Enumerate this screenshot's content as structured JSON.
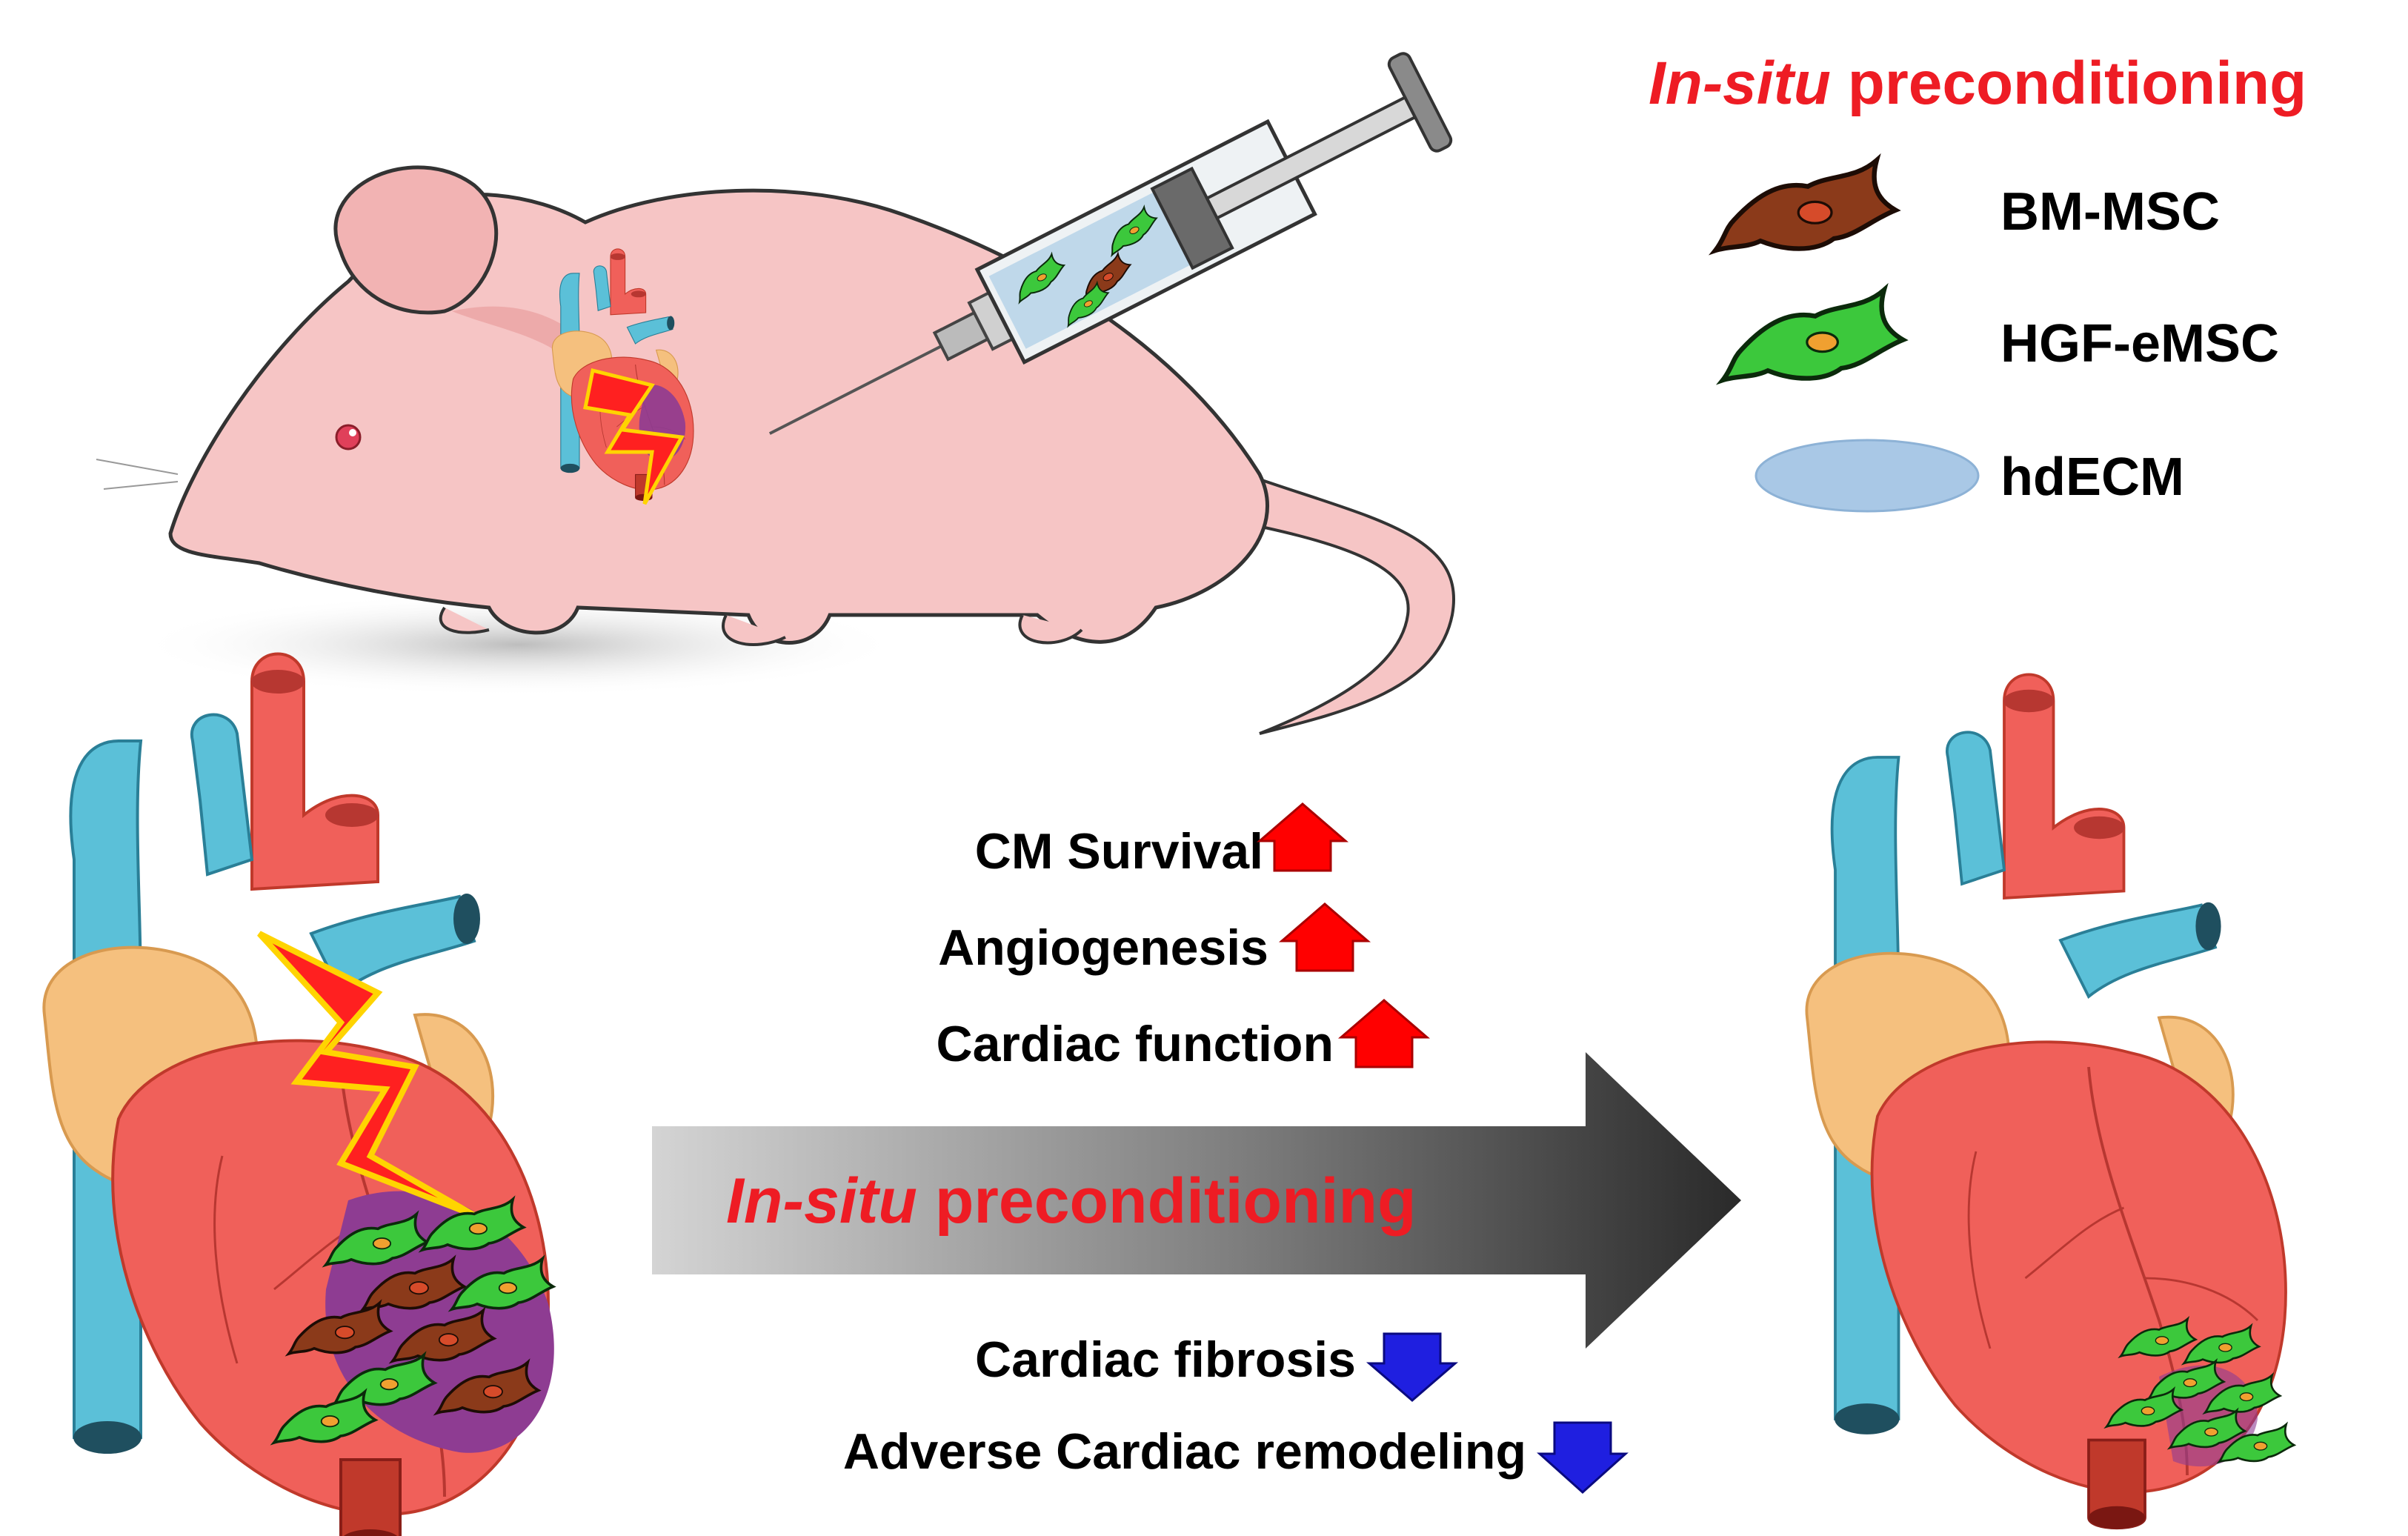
{
  "title": {
    "italic": "In-situ",
    "rest": " preconditioning"
  },
  "legend": [
    {
      "label": "BM-MSC",
      "icon": "brown-cell-icon"
    },
    {
      "label": "HGF-eMSC",
      "icon": "green-cell-icon"
    },
    {
      "label": "hdECM",
      "icon": "blue-ellipse-icon"
    }
  ],
  "effects_up": [
    "CM Survival",
    "Angiogenesis",
    "Cardiac function"
  ],
  "effects_down": [
    "Cardiac fibrosis",
    "Adverse Cardiac remodeling"
  ],
  "arrow_label": {
    "italic": "In-situ",
    "rest": " preconditioning"
  },
  "colors": {
    "red_text": "#ee1c24",
    "up_arrow": "#ff0000",
    "down_arrow": "#1f1fe0",
    "bm_msc": "#8b3a1a",
    "hgf_emsc": "#3cc83c",
    "hdecm": "#a9c8e6",
    "heart_red": "#f0605a",
    "heart_blue": "#5bc0d8",
    "atrium_tan": "#f5c07e",
    "infarct_purple": "#8e3c92",
    "mouse_pink": "#f6c5c5"
  }
}
